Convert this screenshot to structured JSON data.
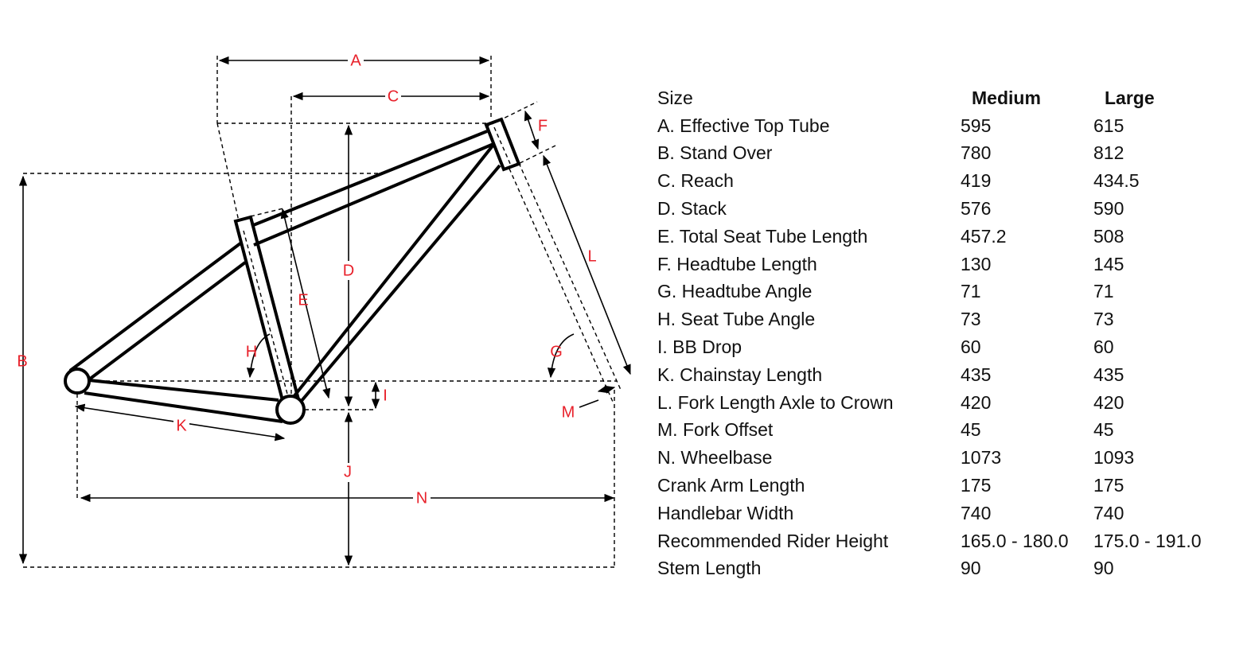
{
  "diagram": {
    "labels": {
      "A": "A",
      "B": "B",
      "C": "C",
      "D": "D",
      "E": "E",
      "F": "F",
      "G": "G",
      "H": "H",
      "I": "I",
      "J": "J",
      "K": "K",
      "L": "L",
      "M": "M",
      "N": "N"
    },
    "label_color": "#e8202a"
  },
  "table": {
    "headers": [
      "Size",
      "Medium",
      "Large"
    ],
    "rows": [
      [
        "A. Effective Top Tube",
        "595",
        "615"
      ],
      [
        "B. Stand Over",
        "780",
        "812"
      ],
      [
        "C. Reach",
        "419",
        "434.5"
      ],
      [
        "D. Stack",
        "576",
        "590"
      ],
      [
        "E. Total Seat Tube Length",
        "457.2",
        "508"
      ],
      [
        "F. Headtube Length",
        "130",
        "145"
      ],
      [
        "G. Headtube Angle",
        "71",
        "71"
      ],
      [
        "H. Seat Tube Angle",
        "73",
        "73"
      ],
      [
        "I. BB Drop",
        "60",
        "60"
      ],
      [
        "K. Chainstay Length",
        "435",
        "435"
      ],
      [
        "L. Fork Length Axle to Crown",
        "420",
        "420"
      ],
      [
        "M. Fork Offset",
        "45",
        "45"
      ],
      [
        "N. Wheelbase",
        "1073",
        "1093"
      ],
      [
        "Crank Arm Length",
        "175",
        "175"
      ],
      [
        "Handlebar Width",
        "740",
        "740"
      ],
      [
        "Recommended Rider Height",
        "165.0 - 180.0",
        "175.0 - 191.0"
      ],
      [
        "Stem Length",
        "90",
        "90"
      ]
    ]
  }
}
